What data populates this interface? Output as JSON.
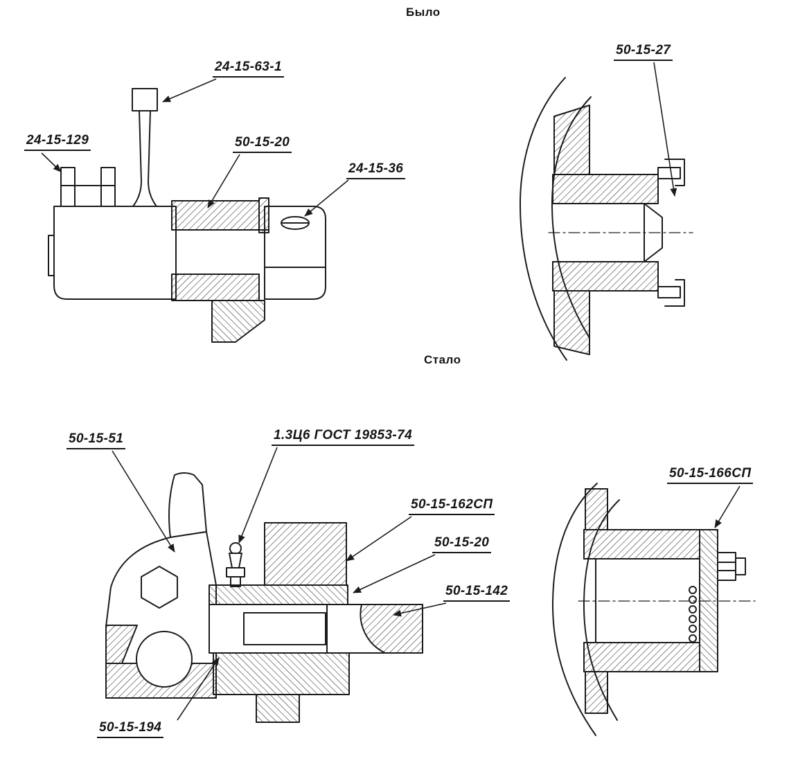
{
  "titles": {
    "before": "Было",
    "after": "Стало"
  },
  "labels": [
    "24-15-63-1",
    "24-15-129",
    "50-15-20",
    "24-15-36",
    "50-15-27",
    "50-15-51",
    "1.3Ц6 ГОСТ 19853-74",
    "50-15-162СП",
    "50-15-20",
    "50-15-142",
    "50-15-194",
    "50-15-166СП"
  ],
  "colors": {
    "ink": "#1b1b1b",
    "paper": "#ffffff"
  }
}
